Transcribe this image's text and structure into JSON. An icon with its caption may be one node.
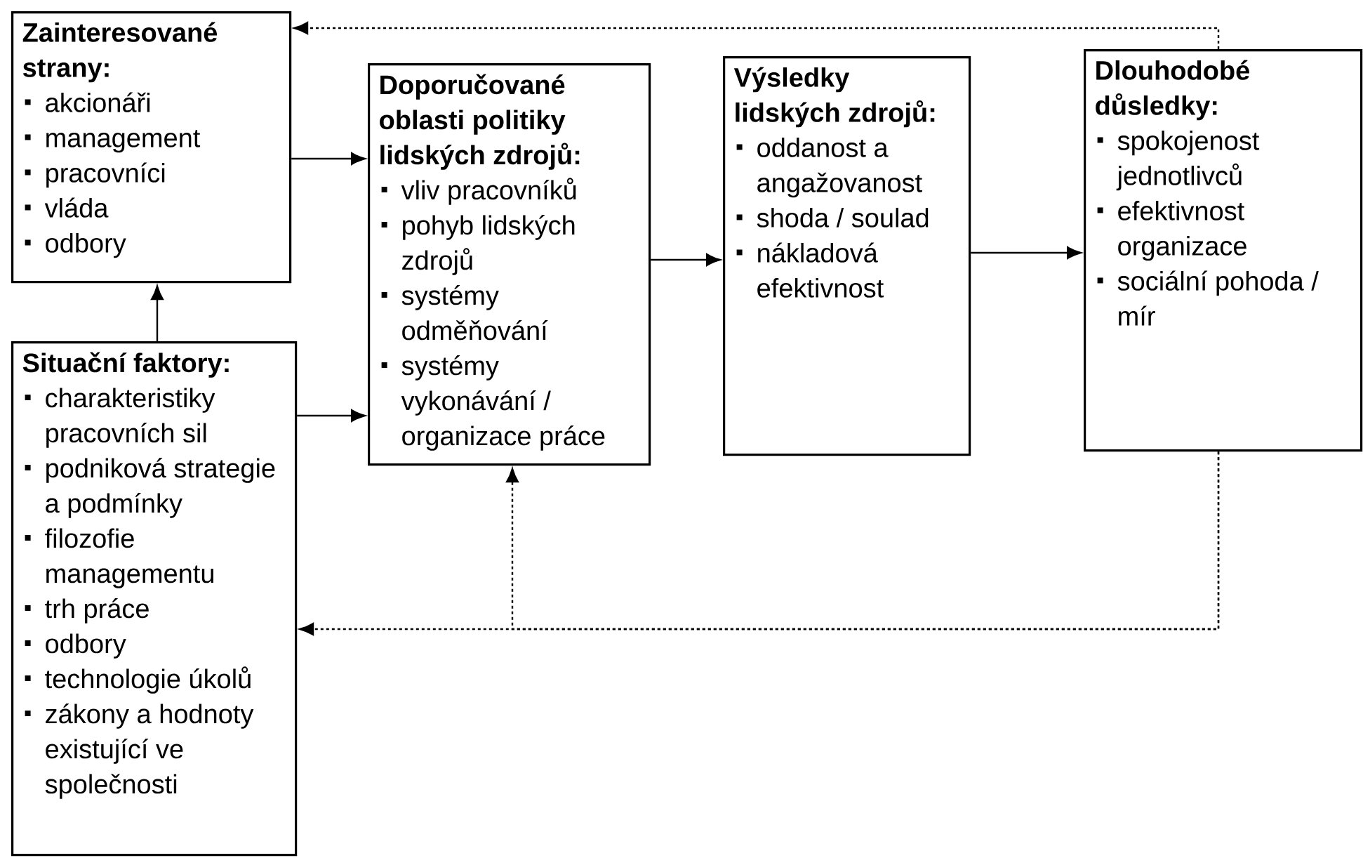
{
  "diagram": {
    "nodes": [
      {
        "text": [
          "Zainteresované strany:",
          "akcionáři",
          "management",
          "pracovníci",
          "vláda",
          "odbory"
        ]
      },
      {
        "text": [
          "Doporučované oblasti politiky lidských zdrojů:",
          "vliv pracovníků",
          "pohyb lidských zdrojů",
          "systémy odměňování",
          "systémy vykonávání / organizace práce"
        ]
      },
      {
        "text": [
          "Výsledky lidských zdrojů:",
          "oddanost a angažovanost",
          "shoda / soulad",
          "nákladová efektivnost"
        ]
      },
      {
        "text": [
          "Dlouhodobé důsledky:",
          "spokojenost jednotlivců",
          "efektivnost organizace",
          "sociální pohoda / mír"
        ]
      },
      {
        "text": [
          "Situační faktory:",
          "charakteristiky pracovních sil",
          "podniková strategie a podmínky",
          "filozofie managementu",
          "trh práce",
          "odbory",
          "technologie úkolů",
          "zákony a hodnoty existující ve společnosti"
        ]
      }
    ],
    "edges": [
      {
        "from": 0,
        "to": 1,
        "arrow": "to"
      },
      {
        "from": 4,
        "to": 1,
        "arrow": "to"
      },
      {
        "from": 4,
        "to": 0,
        "arrow": "to"
      },
      {
        "from": 1,
        "to": 2,
        "arrow": "to"
      },
      {
        "from": 2,
        "to": 3,
        "arrow": "to"
      },
      {
        "from": 3,
        "to": 0,
        "arrow": "to",
        "style": "dashed"
      },
      {
        "from": 3,
        "to": 1,
        "arrow": "to",
        "style": "dashed"
      },
      {
        "from": 3,
        "to": 4,
        "arrow": "to",
        "style": "dashed"
      }
    ]
  }
}
